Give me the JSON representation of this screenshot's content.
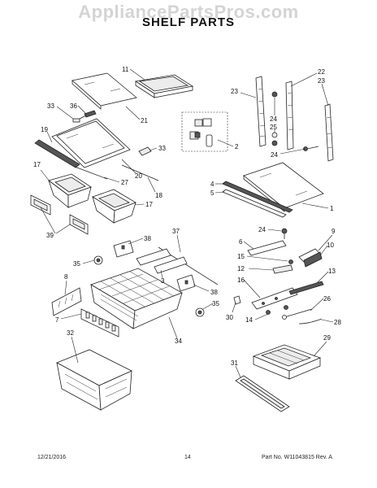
{
  "watermark": "AppliancePartsPros.com",
  "title": "SHELF PARTS",
  "footer": {
    "date": "12/21/2016",
    "page": "14",
    "part": "Part No. W11043815  Rev. A"
  },
  "callouts": [
    {
      "id": "c11",
      "label": "11"
    },
    {
      "id": "c21",
      "label": "21"
    },
    {
      "id": "c33a",
      "label": "33"
    },
    {
      "id": "c36",
      "label": "36"
    },
    {
      "id": "c19",
      "label": "19"
    },
    {
      "id": "c33b",
      "label": "33"
    },
    {
      "id": "c27",
      "label": "27"
    },
    {
      "id": "c20",
      "label": "20"
    },
    {
      "id": "c18",
      "label": "18"
    },
    {
      "id": "c17a",
      "label": "17"
    },
    {
      "id": "c17b",
      "label": "17"
    },
    {
      "id": "c39",
      "label": "39"
    },
    {
      "id": "c22",
      "label": "22"
    },
    {
      "id": "c23a",
      "label": "23"
    },
    {
      "id": "c23b",
      "label": "23"
    },
    {
      "id": "c24a",
      "label": "24"
    },
    {
      "id": "c25",
      "label": "25"
    },
    {
      "id": "c24b",
      "label": "24"
    },
    {
      "id": "c2",
      "label": "2"
    },
    {
      "id": "c4",
      "label": "4"
    },
    {
      "id": "c5",
      "label": "5"
    },
    {
      "id": "c1",
      "label": "1"
    },
    {
      "id": "c37",
      "label": "37"
    },
    {
      "id": "c38a",
      "label": "38"
    },
    {
      "id": "c35a",
      "label": "35"
    },
    {
      "id": "c3",
      "label": "3"
    },
    {
      "id": "c8",
      "label": "8"
    },
    {
      "id": "c38b",
      "label": "38"
    },
    {
      "id": "c35b",
      "label": "35"
    },
    {
      "id": "c7",
      "label": "7"
    },
    {
      "id": "c34",
      "label": "34"
    },
    {
      "id": "c32",
      "label": "32"
    },
    {
      "id": "c24c",
      "label": "24"
    },
    {
      "id": "c9",
      "label": "9"
    },
    {
      "id": "c6",
      "label": "6"
    },
    {
      "id": "c10",
      "label": "10"
    },
    {
      "id": "c15",
      "label": "15"
    },
    {
      "id": "c12",
      "label": "12"
    },
    {
      "id": "c13",
      "label": "13"
    },
    {
      "id": "c16",
      "label": "16"
    },
    {
      "id": "c30",
      "label": "30"
    },
    {
      "id": "c14",
      "label": "14"
    },
    {
      "id": "c26",
      "label": "26"
    },
    {
      "id": "c28",
      "label": "28"
    },
    {
      "id": "c29",
      "label": "29"
    },
    {
      "id": "c31",
      "label": "31"
    }
  ]
}
